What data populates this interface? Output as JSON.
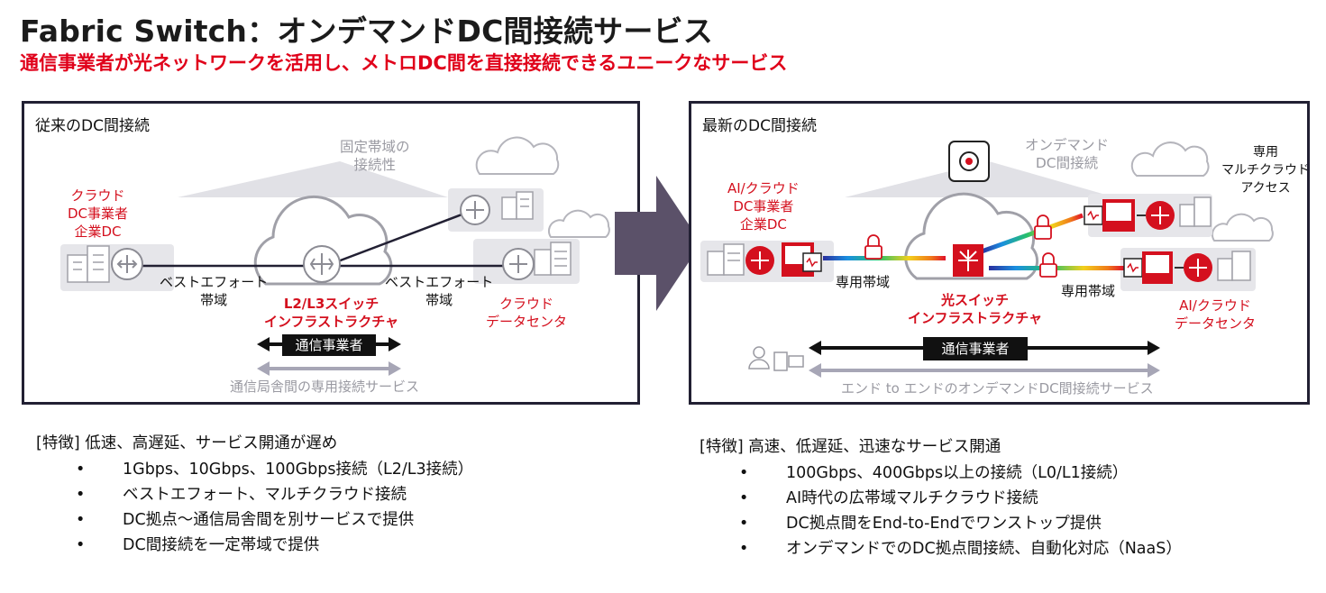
{
  "title": "Fabric Switch：オンデマンドDC間接続サービス",
  "subtitle": "通信事業者が光ネットワークを活用し、メトロDC間を直接接続できるユニークなサービス",
  "colors": {
    "accent_red": "#d4101e",
    "frame": "#222033",
    "gray_band": "#a7a6b6",
    "light_box": "#e5e5ea"
  },
  "left_panel": {
    "title": "従来のDC間接続",
    "fixed_band_label": "固定帯域の\n接続性",
    "dc_label": "クラウド\nDC事業者\n企業DC",
    "best_effort_left": "ベストエフォート\n帯域",
    "best_effort_right": "ベストエフォート\n帯域",
    "switch_label": "L2/L3スイッチ\nインフラストラクチャ",
    "cloud_dc_label": "クラウド\nデータセンタ",
    "carrier_label": "通信事業者",
    "service_label": "通信局舎間の専用接続サービス"
  },
  "right_panel": {
    "title": "最新のDC間接続",
    "ondemand_label": "オンデマンド\nDC間接続",
    "multicloud_label": "専用\nマルチクラウド\nアクセス",
    "dc_label": "AI/クラウド\nDC事業者\n企業DC",
    "dedicated_left": "専用帯域",
    "dedicated_right": "専用帯域",
    "switch_label": "光スイッチ\nインフラストラクチャ",
    "ai_dc_label": "AI/クラウド\nデータセンタ",
    "carrier_label": "通信事業者",
    "service_label": "エンド to エンドのオンデマンドDC間接続サービス"
  },
  "features_left": {
    "heading": "[特徴] 低速、高遅延、サービス開通が遅め",
    "bullet": "•",
    "items": [
      "1Gbps、10Gbps、100Gbps接続（L2/L3接続）",
      "ベストエフォート、マルチクラウド接続",
      "DC拠点～通信局舎間を別サービスで提供",
      "DC間接続を一定帯域で提供"
    ]
  },
  "features_right": {
    "heading": "[特徴] 高速、低遅延、迅速なサービス開通",
    "bullet": "•",
    "items": [
      "100Gbps、400Gbps以上の接続（L0/L1接続）",
      "AI時代の広帯域マルチクラウド接続",
      "DC拠点間をEnd-to-Endでワンストップ提供",
      "オンデマンドでのDC拠点間接続、自動化対応（NaaS）"
    ]
  },
  "icons": [
    "cloud-icon",
    "building-icon",
    "router-icon",
    "switch-icon",
    "lock-icon",
    "chip-icon",
    "optical-switch-icon",
    "user-icon",
    "monitor-icon",
    "gear-target-icon",
    "big-arrow-icon"
  ]
}
